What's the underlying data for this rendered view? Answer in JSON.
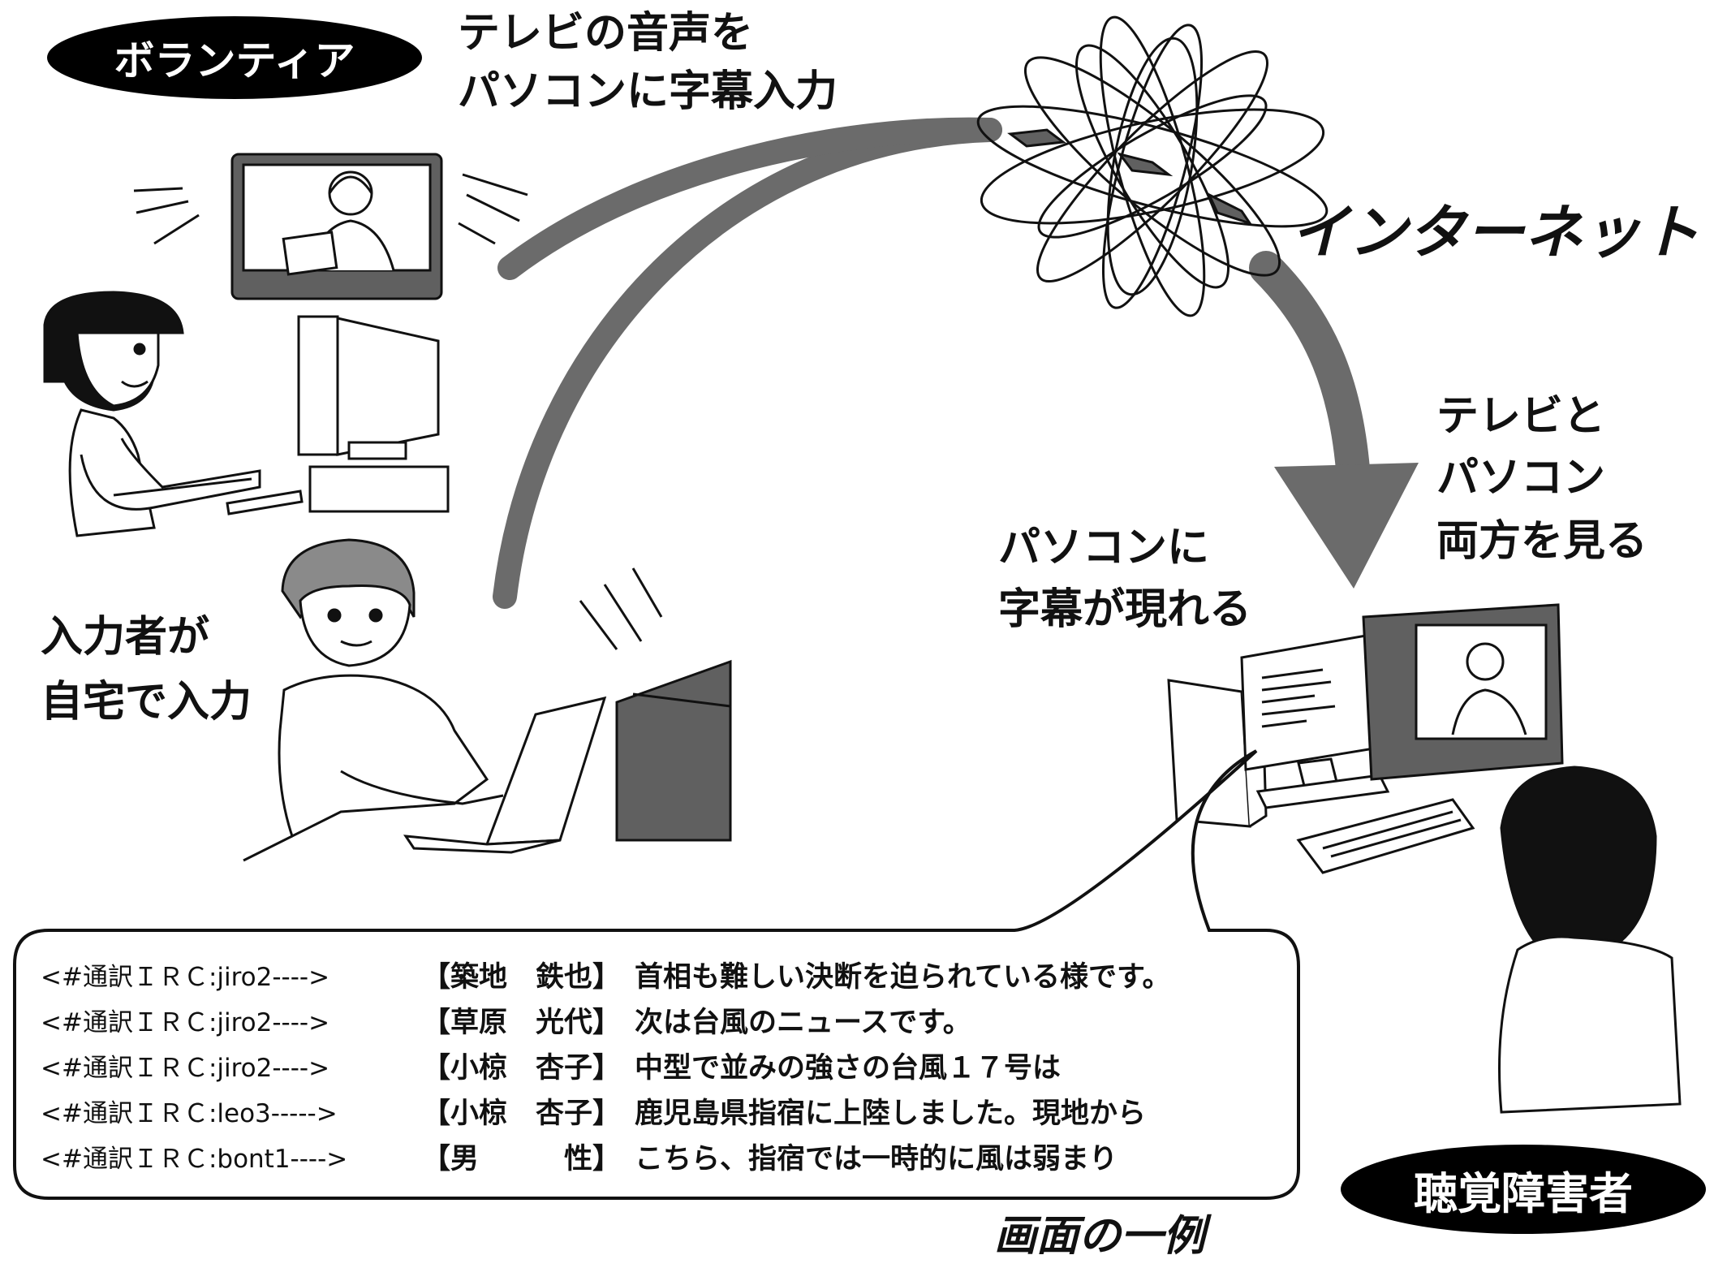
{
  "labels": {
    "volunteer": "ボランティア",
    "tv_caption_1": "テレビの音声を",
    "tv_caption_2": "パソコンに字幕入力",
    "internet": "インターネット",
    "both_1": "テレビと",
    "both_2": "パソコン",
    "both_3": "両方を見る",
    "pc_sub_1": "パソコンに",
    "pc_sub_2": "字幕が現れる",
    "input_1": "入力者が",
    "input_2": "自宅で入力",
    "deaf": "聴覚障害者",
    "screen_example": "画面の一例"
  },
  "chat_log": [
    {
      "source": "<#通訳ＩＲＣ:jiro2---->",
      "name": "【築地　鉄也】",
      "message": "首相も難しい決断を迫られている様です。"
    },
    {
      "source": "<#通訳ＩＲＣ:jiro2---->",
      "name": "【草原　光代】",
      "message": "次は台風のニュースです。"
    },
    {
      "source": "<#通訳ＩＲＣ:jiro2---->",
      "name": "【小椋　杏子】",
      "message": "中型で並みの強さの台風１７号は"
    },
    {
      "source": "<#通訳ＩＲＣ:leo3----->",
      "name": "【小椋　杏子】",
      "message": "鹿児島県指宿に上陸しました。現地から"
    },
    {
      "source": "<#通訳ＩＲＣ:bont1---->",
      "name": "【男　　　性】",
      "message": "こちら、指宿では一時的に風は弱まり"
    }
  ],
  "colors": {
    "arrow": "#6b6b6b",
    "dark": "#111111",
    "screen_frame": "#606060",
    "fill_gray": "#d0d0d0"
  },
  "icons": [
    "internet-globe-icon",
    "television-icon",
    "desktop-monitor-icon",
    "laptop-icon",
    "keyboard-icon"
  ]
}
